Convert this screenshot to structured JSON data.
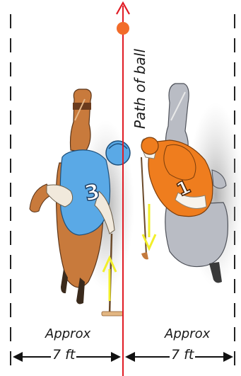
{
  "path_label": "Path of ball",
  "left_player": {
    "number": "3",
    "jersey_color": "#5aa9e6",
    "horse_color": "#c87a3c"
  },
  "right_player": {
    "number": "1",
    "jersey_color": "#ef7d1e",
    "horse_color": "#b9bcc4"
  },
  "left_gap": {
    "approx_label": "Approx",
    "distance_label": "7 ft"
  },
  "right_gap": {
    "approx_label": "Approx",
    "distance_label": "7 ft"
  },
  "colors": {
    "path_line": "#e01b24",
    "ball": "#f26c2a",
    "swing_arrow": "#f2ef2a",
    "dashed_boundary": "#222222"
  }
}
